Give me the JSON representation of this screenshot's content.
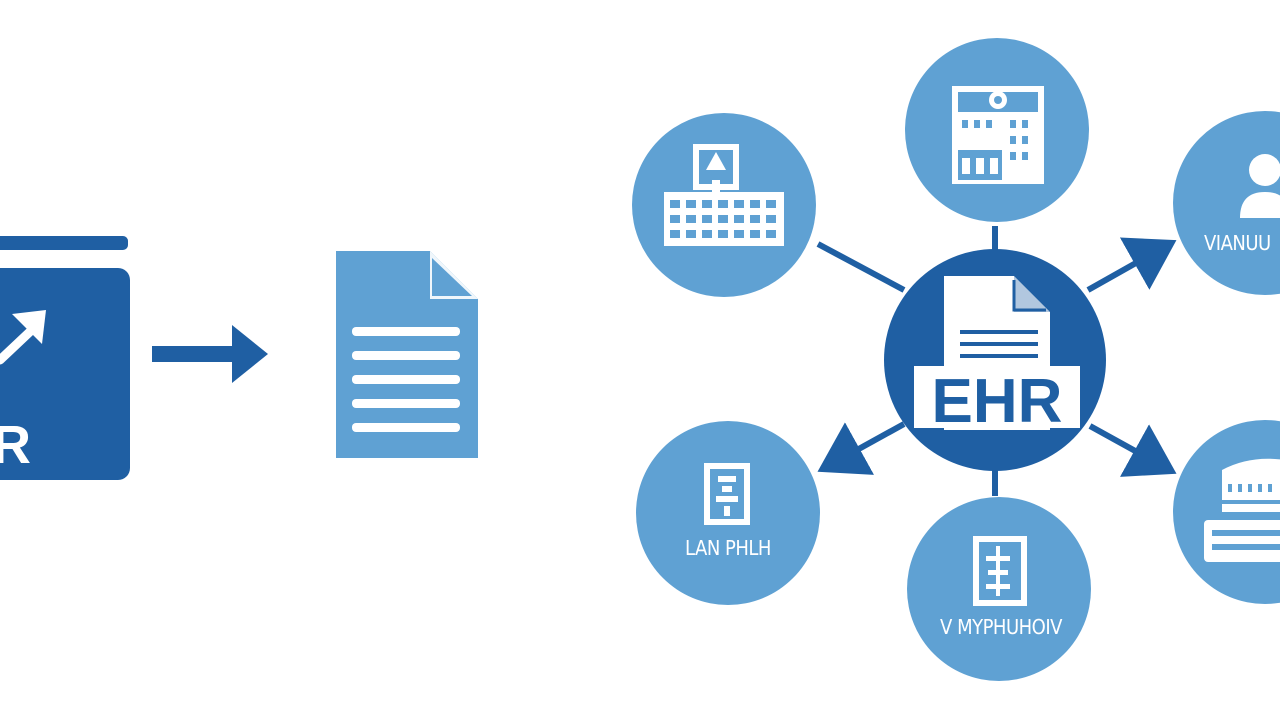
{
  "colors": {
    "dark_blue": "#1f5fa3",
    "light_blue": "#5fa1d3",
    "background": "#ffffff"
  },
  "left_panel": {
    "label": "R",
    "icon": "trend-arrow-icon"
  },
  "flow_arrow": {
    "icon": "arrow-right-icon"
  },
  "document": {
    "icon": "document-icon"
  },
  "hub": {
    "label": "EHR",
    "icon": "document-icon"
  },
  "nodes": [
    {
      "id": "top-left",
      "label": "",
      "icon": "hospital-icon"
    },
    {
      "id": "top",
      "label": "",
      "icon": "building-icon"
    },
    {
      "id": "right-top",
      "label": "VIANUU",
      "icon": "person-icon"
    },
    {
      "id": "bottom-left",
      "label": "LAN PHLH",
      "icon": "lab-document-icon"
    },
    {
      "id": "bottom",
      "label": "V MYPHUHOIV",
      "icon": "prescription-icon"
    },
    {
      "id": "right-bottom",
      "label": "",
      "icon": "device-icon"
    }
  ]
}
